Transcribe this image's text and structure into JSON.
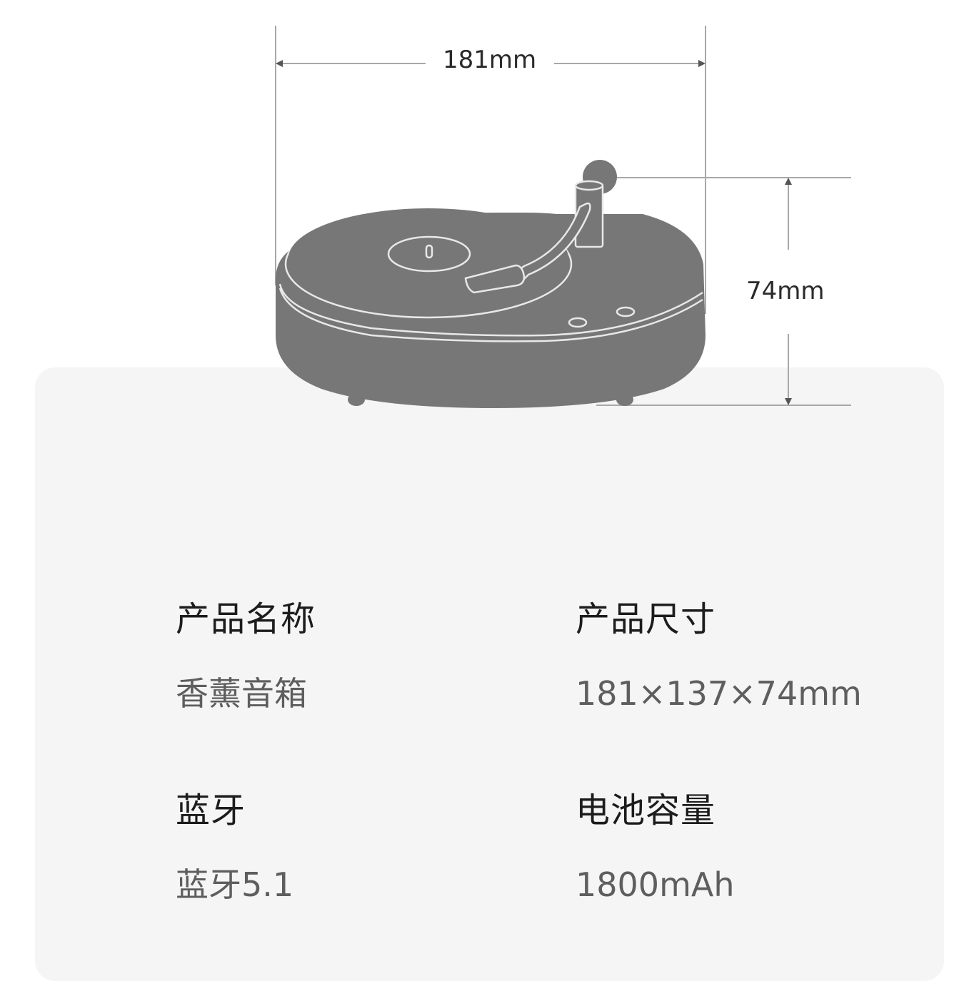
{
  "diagram": {
    "width_label": "181mm",
    "height_label": "74mm",
    "product_fill": "#777777",
    "outline_color": "#e8e8e8",
    "dimension_line_color": "#9a9a9a"
  },
  "specs": [
    {
      "title": "产品名称",
      "value": "香薰音箱"
    },
    {
      "title": "产品尺寸",
      "value": "181×137×74mm"
    },
    {
      "title": "蓝牙",
      "value": "蓝牙5.1"
    },
    {
      "title": "电池容量",
      "value": "1800mAh"
    }
  ],
  "colors": {
    "panel_background": "#f5f5f5",
    "title_text": "#1c1c1c",
    "value_text": "#5e5e5e"
  }
}
